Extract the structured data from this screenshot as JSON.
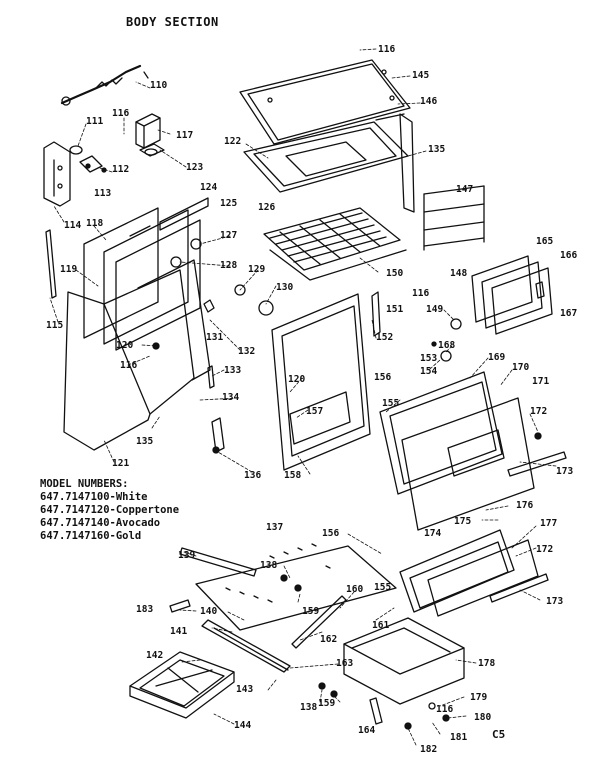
{
  "title": "BODY SECTION",
  "model_numbers": {
    "heading": "MODEL NUMBERS:",
    "items": [
      "647.7147100-White",
      "647.7147120-Coppertone",
      "647.7147140-Avocado",
      "647.7147160-Gold"
    ]
  },
  "code": "C5",
  "part_labels": [
    "110",
    "111",
    "112",
    "113",
    "114",
    "115",
    "116",
    "116",
    "116",
    "116",
    "116",
    "117",
    "118",
    "119",
    "120",
    "120",
    "121",
    "122",
    "123",
    "124",
    "125",
    "126",
    "127",
    "128",
    "129",
    "130",
    "131",
    "132",
    "133",
    "134",
    "135",
    "135",
    "136",
    "137",
    "138",
    "138",
    "139",
    "140",
    "141",
    "142",
    "143",
    "144",
    "145",
    "146",
    "147",
    "148",
    "149",
    "150",
    "151",
    "152",
    "153",
    "154",
    "155",
    "155",
    "156",
    "156",
    "157",
    "158",
    "159",
    "159",
    "160",
    "161",
    "162",
    "163",
    "164",
    "165",
    "166",
    "167",
    "168",
    "169",
    "170",
    "171",
    "172",
    "172",
    "173",
    "173",
    "174",
    "175",
    "176",
    "177",
    "178",
    "179",
    "180",
    "181",
    "182",
    "183"
  ]
}
